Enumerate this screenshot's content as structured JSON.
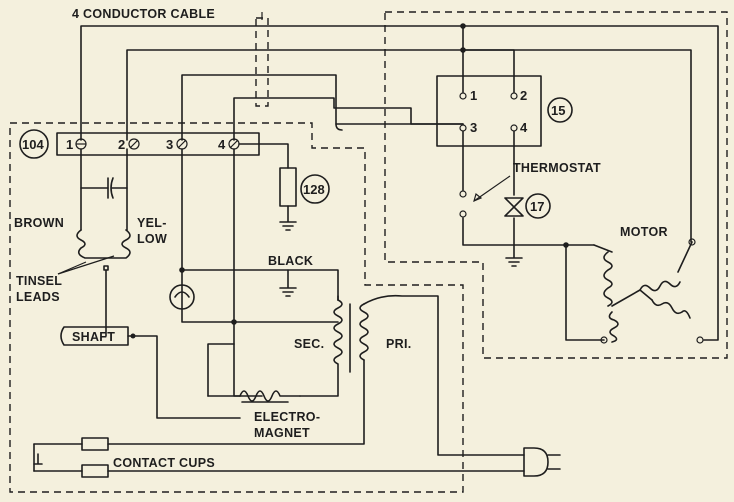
{
  "labels": {
    "cable": "4 CONDUCTOR CABLE",
    "thermostat": "THERMOSTAT",
    "motor": "MOTOR",
    "brown": "BROWN",
    "yellow_1": "YEL-",
    "yellow_2": "LOW",
    "tinsel_1": "TINSEL",
    "tinsel_2": "LEADS",
    "shaft": "SHAFT",
    "black": "BLACK",
    "sec": "SEC.",
    "pri": "PRI.",
    "electro_1": "ELECTRO-",
    "electro_2": "MAGNET",
    "contact_cups": "CONTACT CUPS"
  },
  "callouts": {
    "c104": "104",
    "c15": "15",
    "c128": "128",
    "c17": "17"
  },
  "terminals_left": [
    "1",
    "2",
    "3",
    "4"
  ],
  "terminals_right": [
    "1",
    "2",
    "3",
    "4"
  ]
}
